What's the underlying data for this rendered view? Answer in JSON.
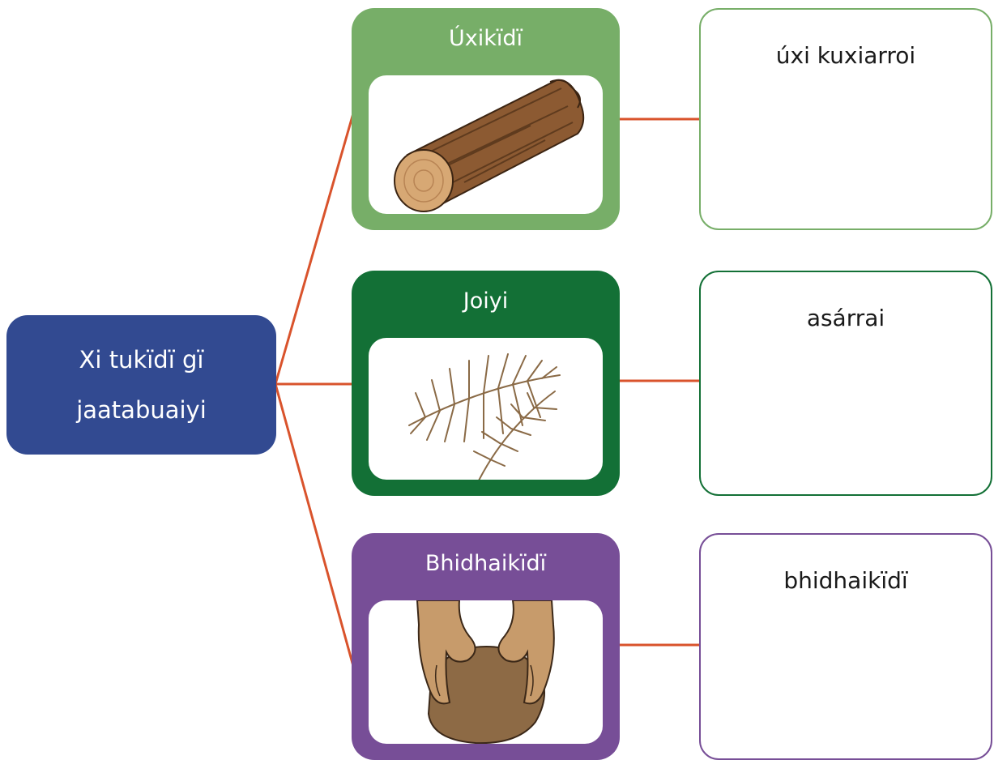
{
  "colors": {
    "root": "#324a91",
    "connector": "#d9532c",
    "card_light_green": "#77ae68",
    "card_dark_green": "#137036",
    "card_purple": "#774e97"
  },
  "root": {
    "line1": "Xi tukïdï gï",
    "line2": "jaatabuaiyi"
  },
  "items": [
    {
      "title": "Úxikïdï",
      "image": "log-icon",
      "answer": "úxi kuxiarroi",
      "color": "#77ae68"
    },
    {
      "title": "Joiyi",
      "image": "palm-leaf-icon",
      "answer": "asárrai",
      "color": "#137036"
    },
    {
      "title": "Bhidhaikïdï",
      "image": "clay-hands-icon",
      "answer": "bhidhaikïdï",
      "color": "#774e97"
    }
  ]
}
